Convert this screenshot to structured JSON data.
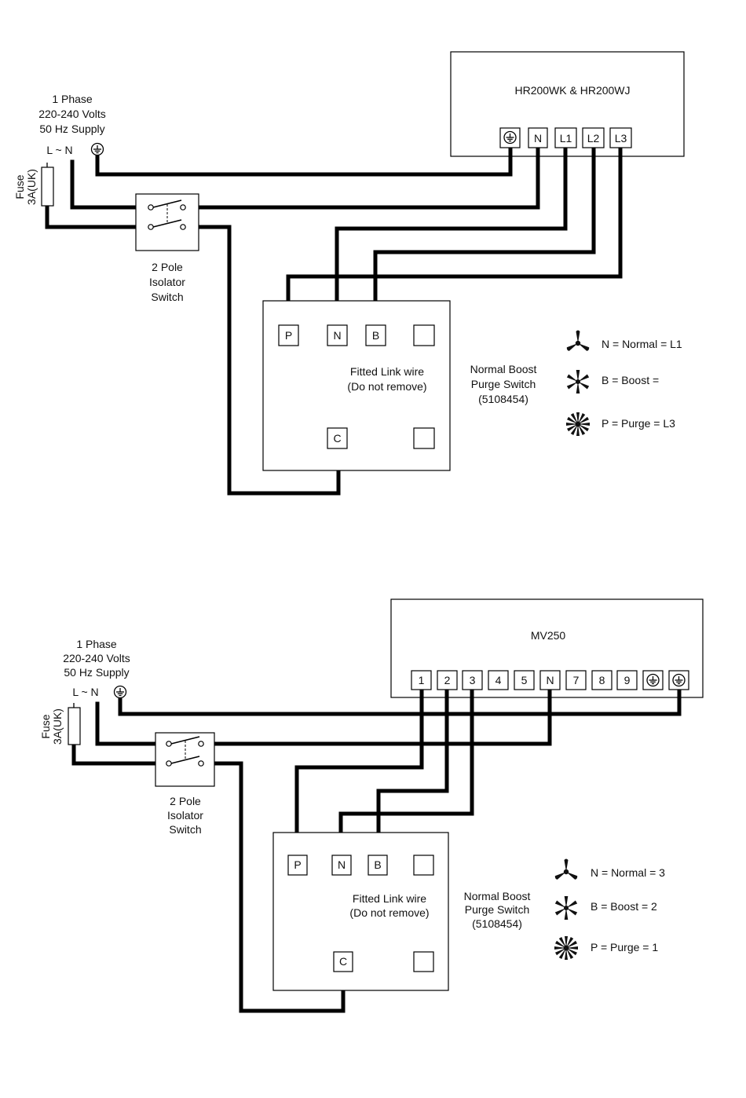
{
  "diagram_top": {
    "unit_label": "HR200WK  & HR200WJ",
    "unit_terminals": [
      "N",
      "L1",
      "L2",
      "L3"
    ],
    "supply": {
      "line1": "1 Phase",
      "line2": "220-240 Volts",
      "line3": "50 Hz Supply",
      "lne": "L ~ N"
    },
    "fuse": {
      "line1": "Fuse",
      "line2": "3A(UK)"
    },
    "isolator": {
      "line1": "2 Pole",
      "line2": "Isolator",
      "line3": "Switch"
    },
    "switch_terminals": {
      "p": "P",
      "n": "N",
      "b": "B",
      "c": "C"
    },
    "link": {
      "line1": "Fitted Link wire",
      "line2": "(Do not remove)"
    },
    "switch_label": {
      "line1": "Normal Boost",
      "line2": "Purge Switch",
      "line3": "(5108454)"
    },
    "legend": {
      "normal": "N = Normal = L1",
      "boost": "B = Boost =",
      "purge": "P = Purge = L3"
    }
  },
  "diagram_bottom": {
    "unit_label": "MV250",
    "unit_terminals": [
      "1",
      "2",
      "3",
      "4",
      "5",
      "N",
      "7",
      "8",
      "9"
    ],
    "supply": {
      "line1": "1 Phase",
      "line2": "220-240 Volts",
      "line3": "50 Hz Supply",
      "lne": "L ~ N"
    },
    "fuse": {
      "line1": "Fuse",
      "line2": "3A(UK)"
    },
    "isolator": {
      "line1": "2 Pole",
      "line2": "Isolator",
      "line3": "Switch"
    },
    "switch_terminals": {
      "p": "P",
      "n": "N",
      "b": "B",
      "c": "C"
    },
    "link": {
      "line1": "Fitted Link wire",
      "line2": "(Do not remove)"
    },
    "switch_label": {
      "line1": "Normal Boost",
      "line2": "Purge Switch",
      "line3": "(5108454)"
    },
    "legend": {
      "normal": "N = Normal = 3",
      "boost": "B = Boost = 2",
      "purge": "P = Purge = 1"
    }
  }
}
